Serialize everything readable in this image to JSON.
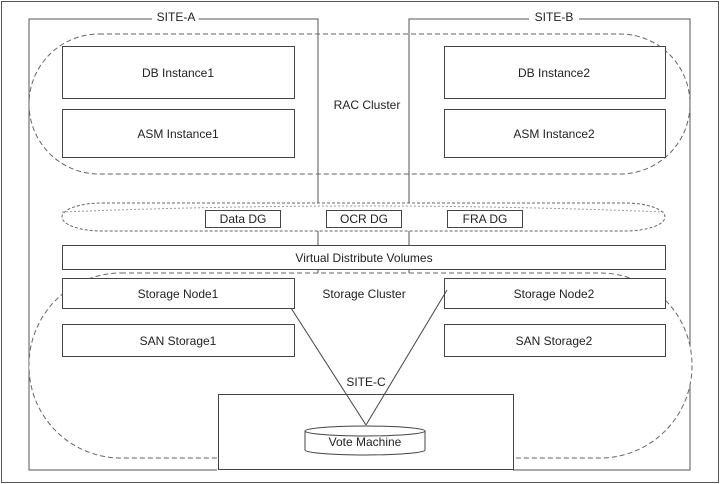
{
  "diagram": {
    "site_a": "SITE-A",
    "site_b": "SITE-B",
    "site_c": "SITE-C",
    "rac_cluster": "RAC Cluster",
    "db_instance1": "DB Instance1",
    "db_instance2": "DB Instance2",
    "asm_instance1": "ASM Instance1",
    "asm_instance2": "ASM Instance2",
    "data_dg": "Data DG",
    "ocr_dg": "OCR DG",
    "fra_dg": "FRA DG",
    "virtual_volumes": "Virtual Distribute Volumes",
    "storage_cluster": "Storage Cluster",
    "storage_node1": "Storage Node1",
    "storage_node2": "Storage Node2",
    "san_storage1": "SAN Storage1",
    "san_storage2": "SAN Storage2",
    "vote_machine": "Vote Machine"
  }
}
